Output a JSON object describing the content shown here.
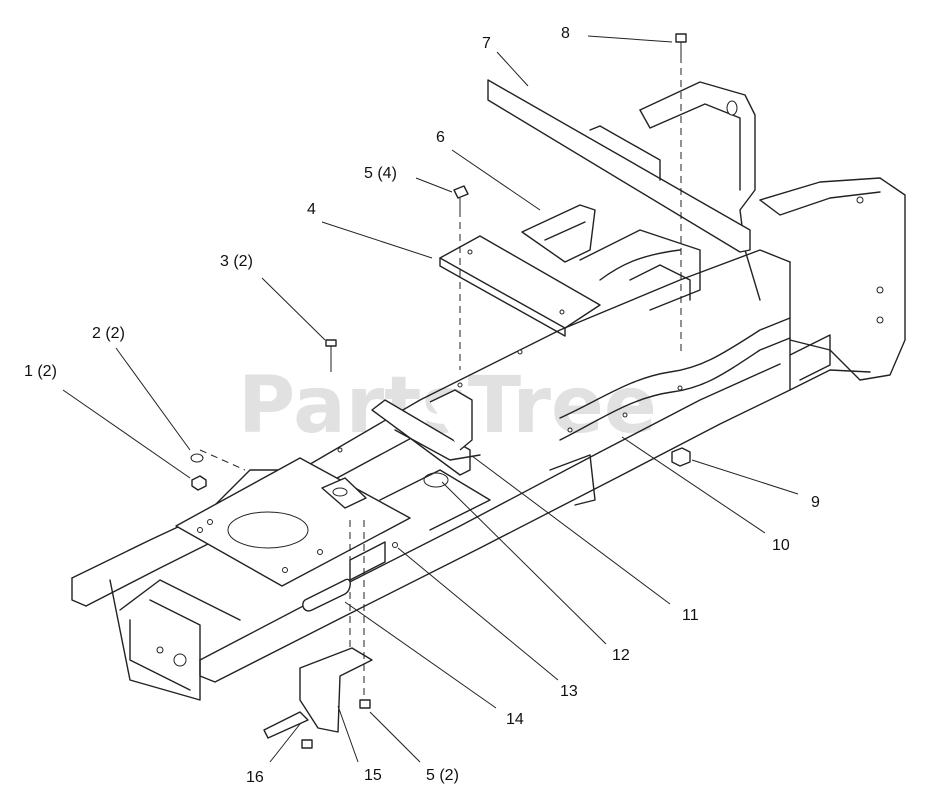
{
  "watermark": "PartsTree",
  "callouts": [
    {
      "id": "1",
      "label": "1 (2)"
    },
    {
      "id": "2",
      "label": "2 (2)"
    },
    {
      "id": "3",
      "label": "3 (2)"
    },
    {
      "id": "4",
      "label": "4"
    },
    {
      "id": "5a",
      "label": "5 (4)"
    },
    {
      "id": "6",
      "label": "6"
    },
    {
      "id": "7",
      "label": "7"
    },
    {
      "id": "8",
      "label": "8"
    },
    {
      "id": "9",
      "label": "9"
    },
    {
      "id": "10",
      "label": "10"
    },
    {
      "id": "11",
      "label": "11"
    },
    {
      "id": "12",
      "label": "12"
    },
    {
      "id": "13",
      "label": "13"
    },
    {
      "id": "14",
      "label": "14"
    },
    {
      "id": "15",
      "label": "15"
    },
    {
      "id": "16",
      "label": "16"
    },
    {
      "id": "5b",
      "label": "5 (2)"
    }
  ]
}
